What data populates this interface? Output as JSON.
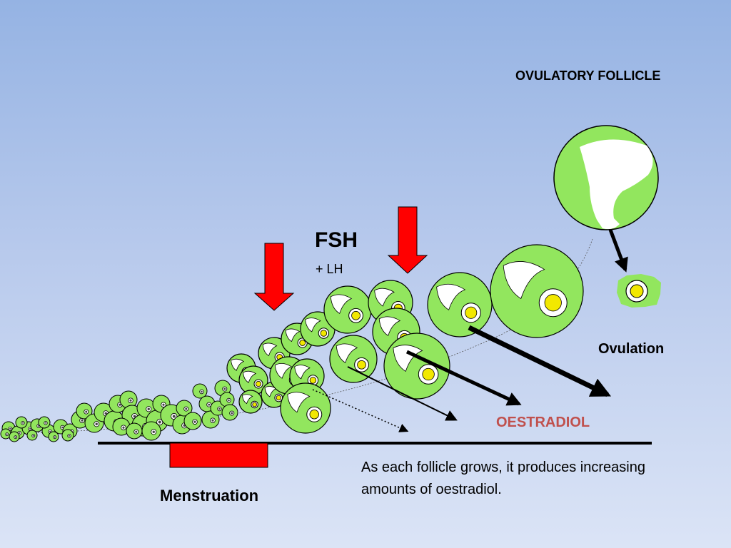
{
  "labels": {
    "title": "OVULATORY FOLLICLE",
    "fsh": "FSH",
    "lh": "+ LH",
    "ovulation": "Ovulation",
    "oestradiol": "OESTRADIOL",
    "menstruation": "Menstruation",
    "caption": "As each follicle grows, it produces increasing amounts of oestradiol."
  },
  "colors": {
    "follicle_fill": "#92e65e",
    "arrow_red": "#ff0000",
    "menstruation_bar": "#ff0000",
    "oocyte_yellow": "#f2e800",
    "oestradiol_text": "#c0504d"
  }
}
